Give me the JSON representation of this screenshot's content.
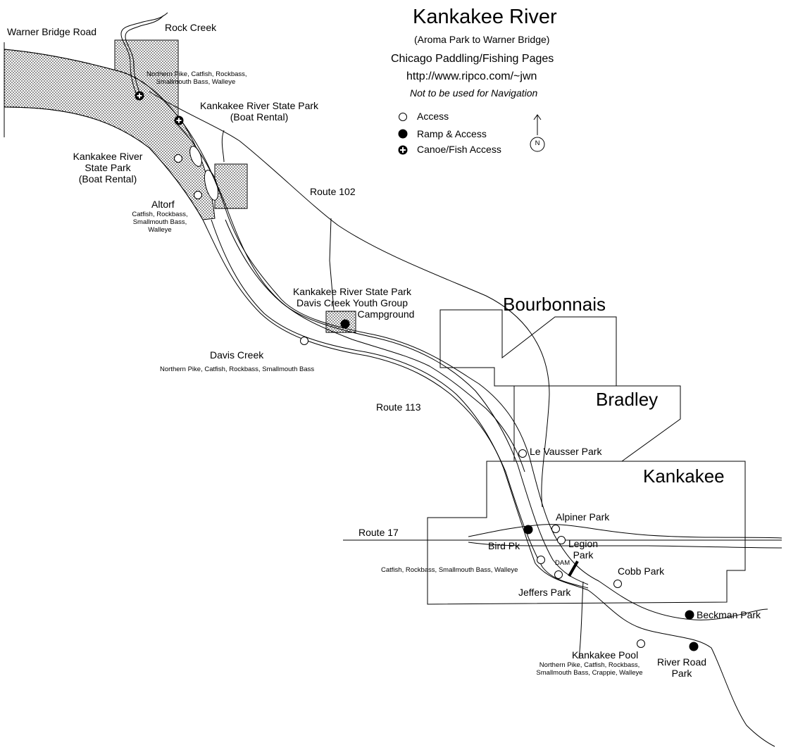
{
  "title": {
    "main": "Kankakee River",
    "subtitle": "(Aroma Park to Warner Bridge)",
    "source": "Chicago Paddling/Fishing Pages",
    "url": "http://www.ripco.com/~jwn",
    "disclaimer": "Not to be used for Navigation"
  },
  "legend": {
    "access": "Access",
    "ramp": "Ramp & Access",
    "canoe": "Canoe/Fish Access",
    "north": "N"
  },
  "towns": {
    "bourbonnais": "Bourbonnais",
    "bradley": "Bradley",
    "kankakee": "Kankakee"
  },
  "roads": {
    "warner": "Warner Bridge Road",
    "r102": "Route 102",
    "r113": "Route 113",
    "r17": "Route 17"
  },
  "places": {
    "rock_creek": "Rock Creek",
    "fish_upper": [
      "Northern Pike, Catfish, Rockbass,",
      "Smallmouth Bass, Walleye"
    ],
    "krsp_north": [
      "Kankakee River State Park",
      "(Boat Rental)"
    ],
    "krsp_west": [
      "Kankakee River",
      "State Park",
      "(Boat Rental)"
    ],
    "altorf": "Altorf",
    "fish_altorf": [
      "Catfish, Rockbass,",
      "Smallmouth Bass,",
      "Walleye"
    ],
    "davis_camp": [
      "Kankakee River State Park",
      "Davis Creek Youth Group",
      "Campground"
    ],
    "davis_creek": "Davis Creek",
    "fish_davis": "Northern Pike, Catfish, Rockbass, Smallmouth Bass",
    "levausser": "Le Vausser Park",
    "alpiner": "Alpiner Park",
    "bird": "Bird Pk",
    "legion": [
      "Legion",
      "Park"
    ],
    "dam": "DAM",
    "fish_mid": "Catfish, Rockbass, Smallmouth Bass, Walleye",
    "cobb": "Cobb Park",
    "jeffers": "Jeffers Park",
    "beckman": "Beckman Park",
    "pool": "Kankakee Pool",
    "fish_pool": [
      "Northern Pike, Catfish, Rockbass,",
      "Smallmouth Bass, Crappie, Walleye"
    ],
    "river_road": [
      "River Road",
      "Park"
    ]
  },
  "colors": {
    "ink": "#000000",
    "paper": "#ffffff"
  }
}
